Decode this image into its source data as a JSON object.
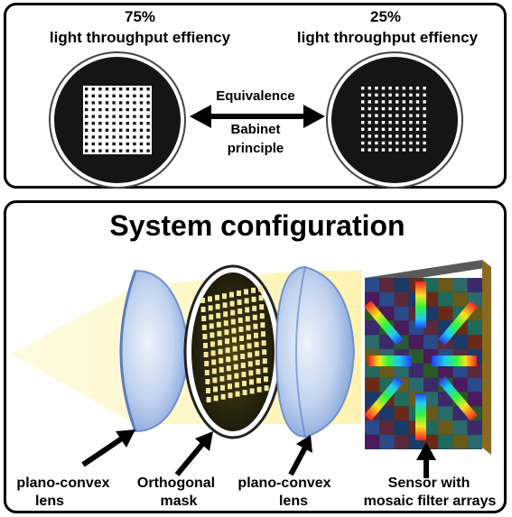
{
  "top": {
    "left_percent": "75%",
    "left_caption": "light throughput effiency",
    "right_percent": "25%",
    "right_caption": "light throughput effiency",
    "equivalence": "Equivalence",
    "babinet_line1": "Babinet",
    "babinet_line2": "principle"
  },
  "bottom": {
    "title": "System configuration",
    "labels": {
      "lens1_line1": "plano-convex",
      "lens1_line2": "lens",
      "mask_line1": "Orthogonal",
      "mask_line2": "mask",
      "lens2_line1": "plano-convex",
      "lens2_line2": "lens",
      "sensor_line1": "Sensor with",
      "sensor_line2": "mosaic filter arrays"
    }
  },
  "colors": {
    "beam": "#fff3b0",
    "lens": "#8fb0e8",
    "mask_gold": "#e8d96a",
    "sensor_dark": "#1c2c4a"
  }
}
